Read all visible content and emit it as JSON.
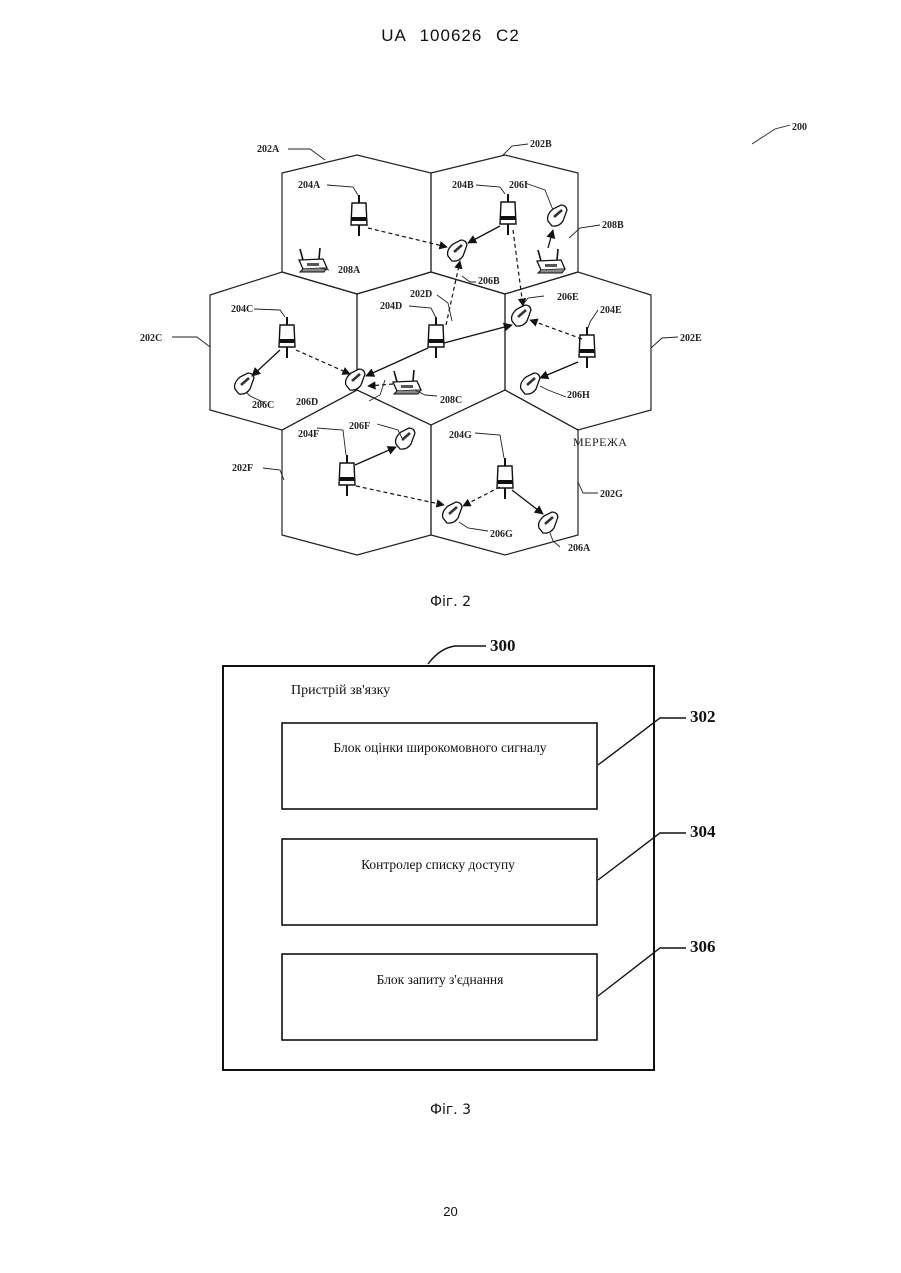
{
  "header": {
    "document_id": "UA   100626   C2"
  },
  "figure2": {
    "caption": "Фіг. 2",
    "ref_main": "200",
    "network_label": "МЕРЕЖА",
    "cells": [
      "202A",
      "202B",
      "202C",
      "202D",
      "202E",
      "202F",
      "202G"
    ],
    "base_stations": [
      "204A",
      "204B",
      "204C",
      "204D",
      "204E",
      "204F",
      "204G"
    ],
    "phones": [
      "206A",
      "206B",
      "206C",
      "206D",
      "206E",
      "206F",
      "206G",
      "206H",
      "206I"
    ],
    "access_points": [
      "208A",
      "208B",
      "208C"
    ]
  },
  "figure3": {
    "caption": "Фіг. 3",
    "ref_device": "300",
    "device_title": "Пристрій зв'язку",
    "blocks": [
      {
        "ref": "302",
        "label": "Блок оцінки широкомовного сигналу"
      },
      {
        "ref": "304",
        "label": "Контролер списку доступу"
      },
      {
        "ref": "306",
        "label": "Блок запиту з'єднання"
      }
    ]
  },
  "footer": {
    "page_number": "20"
  }
}
